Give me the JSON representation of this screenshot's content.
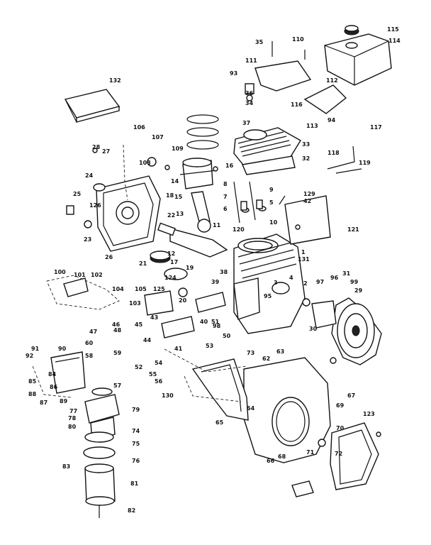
{
  "diagram": {
    "callouts": [
      "1",
      "2",
      "3",
      "4",
      "5",
      "6",
      "7",
      "8",
      "9",
      "10",
      "11",
      "12",
      "13",
      "14",
      "15",
      "16",
      "17",
      "18",
      "19",
      "20",
      "21",
      "22",
      "23",
      "24",
      "25",
      "26",
      "27",
      "28",
      "29",
      "30",
      "31",
      "32",
      "33",
      "34",
      "35",
      "36",
      "37",
      "38",
      "39",
      "40",
      "41",
      "42",
      "43",
      "44",
      "45",
      "46",
      "47",
      "48",
      "50",
      "51",
      "52",
      "53",
      "54",
      "55",
      "56",
      "57",
      "58",
      "59",
      "60",
      "62",
      "63",
      "64",
      "65",
      "66",
      "67",
      "68",
      "69",
      "70",
      "71",
      "72",
      "73",
      "74",
      "75",
      "76",
      "77",
      "78",
      "79",
      "80",
      "81",
      "82",
      "83",
      "84",
      "85",
      "86",
      "87",
      "88",
      "89",
      "90",
      "91",
      "92",
      "93",
      "94",
      "95",
      "96",
      "97",
      "98",
      "99",
      "100",
      "101",
      "102",
      "103",
      "104",
      "105",
      "106",
      "107",
      "108",
      "109",
      "110",
      "111",
      "112",
      "113",
      "114",
      "115",
      "116",
      "117",
      "118",
      "119",
      "120",
      "121",
      "123",
      "124",
      "125",
      "126",
      "129",
      "130",
      "131",
      "132"
    ]
  },
  "label_112": "112",
  "label_116": "116"
}
